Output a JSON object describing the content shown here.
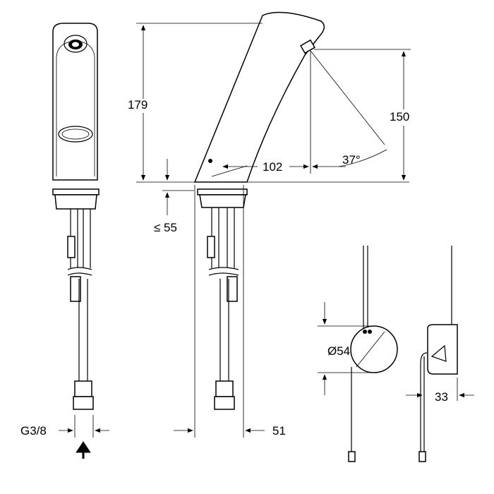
{
  "dimensions": {
    "height_total": "179",
    "outlet_height": "150",
    "reach": "102",
    "sensor_angle": "37°",
    "deck_thickness": "≤ 55",
    "hole_diameter": "Ø54",
    "box_depth": "33",
    "connection": "G3/8",
    "base_width": "51"
  },
  "colors": {
    "line": "#000000",
    "background": "#ffffff"
  }
}
